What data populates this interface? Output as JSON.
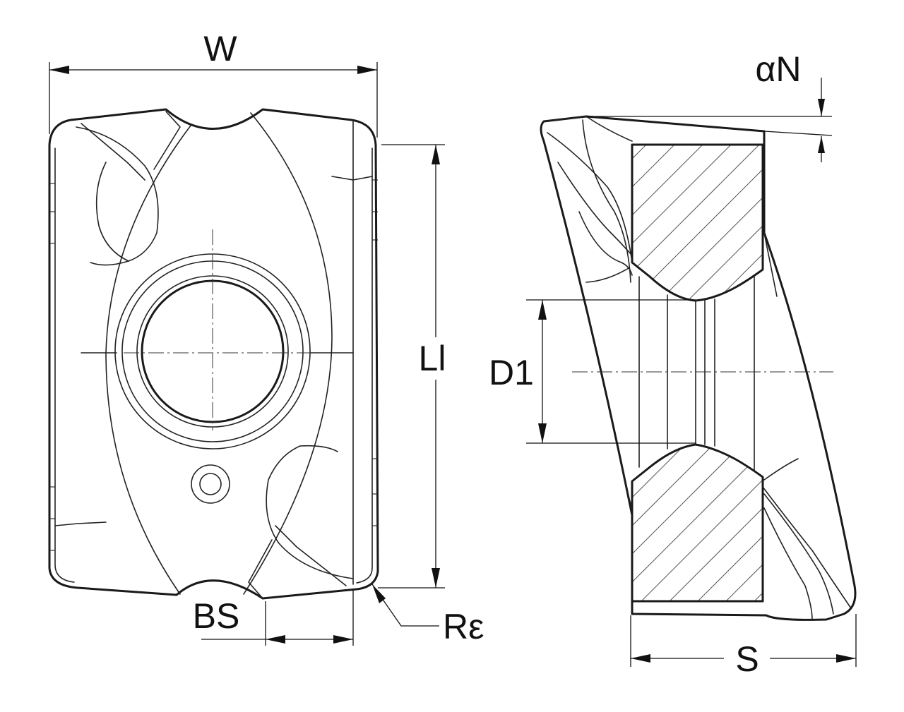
{
  "labels": {
    "width": "W",
    "length": "Ll",
    "bore": "D1",
    "wiper": "BS",
    "corner_radius": "Rε",
    "thickness": "S",
    "clearance_angle": "αN"
  },
  "colors": {
    "line": "#1a1a1a",
    "background": "#ffffff"
  }
}
